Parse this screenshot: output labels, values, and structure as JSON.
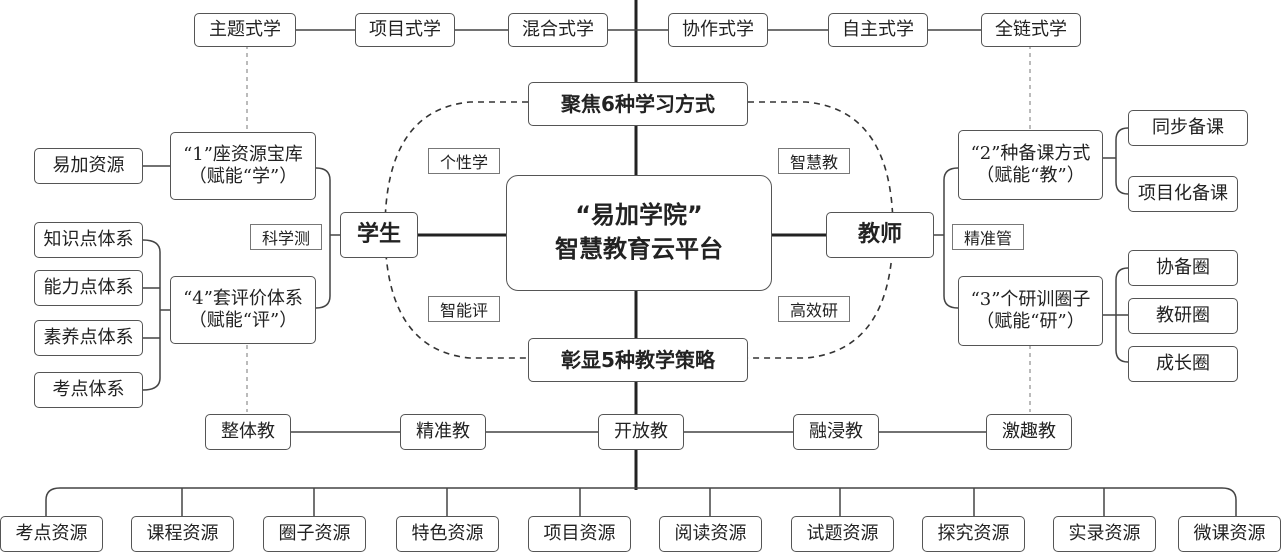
{
  "top_modes": [
    "主题式学",
    "项目式学",
    "混合式学",
    "协作式学",
    "自主式学",
    "全链式学"
  ],
  "center": {
    "line1": "“易加学院”",
    "line2": "智慧教育云平台",
    "top_banner": "聚焦6种学习方式",
    "bottom_banner": "彰显5种教学策略"
  },
  "student": {
    "label": "学生",
    "tag": "科学测",
    "library": {
      "line1": "“1”座资源宝库",
      "line2": "（赋能“学”）"
    },
    "evaluation": {
      "line1": "“4”套评价体系",
      "line2": "（赋能“评”）"
    },
    "resource_leaf": "易加资源",
    "eval_leaves": [
      "知识点体系",
      "能力点体系",
      "素养点体系",
      "考点体系"
    ]
  },
  "teacher": {
    "label": "教师",
    "tag": "精准管",
    "prep": {
      "line1": "“2”种备课方式",
      "line2": "（赋能“教”）"
    },
    "research": {
      "line1": "“3”个研训圈子",
      "line2": "（赋能“研”）"
    },
    "prep_leaves": [
      "同步备课",
      "项目化备课"
    ],
    "research_leaves": [
      "协备圈",
      "教研圈",
      "成长圈"
    ]
  },
  "ring_tags": {
    "top_left": "个性学",
    "top_right": "智慧教",
    "bottom_left": "智能评",
    "bottom_right": "高效研"
  },
  "strategies": [
    "整体教",
    "精准教",
    "开放教",
    "融浸教",
    "激趣教"
  ],
  "resources": [
    "考点资源",
    "课程资源",
    "圈子资源",
    "特色资源",
    "项目资源",
    "阅读资源",
    "试题资源",
    "探究资源",
    "实录资源",
    "微课资源"
  ]
}
